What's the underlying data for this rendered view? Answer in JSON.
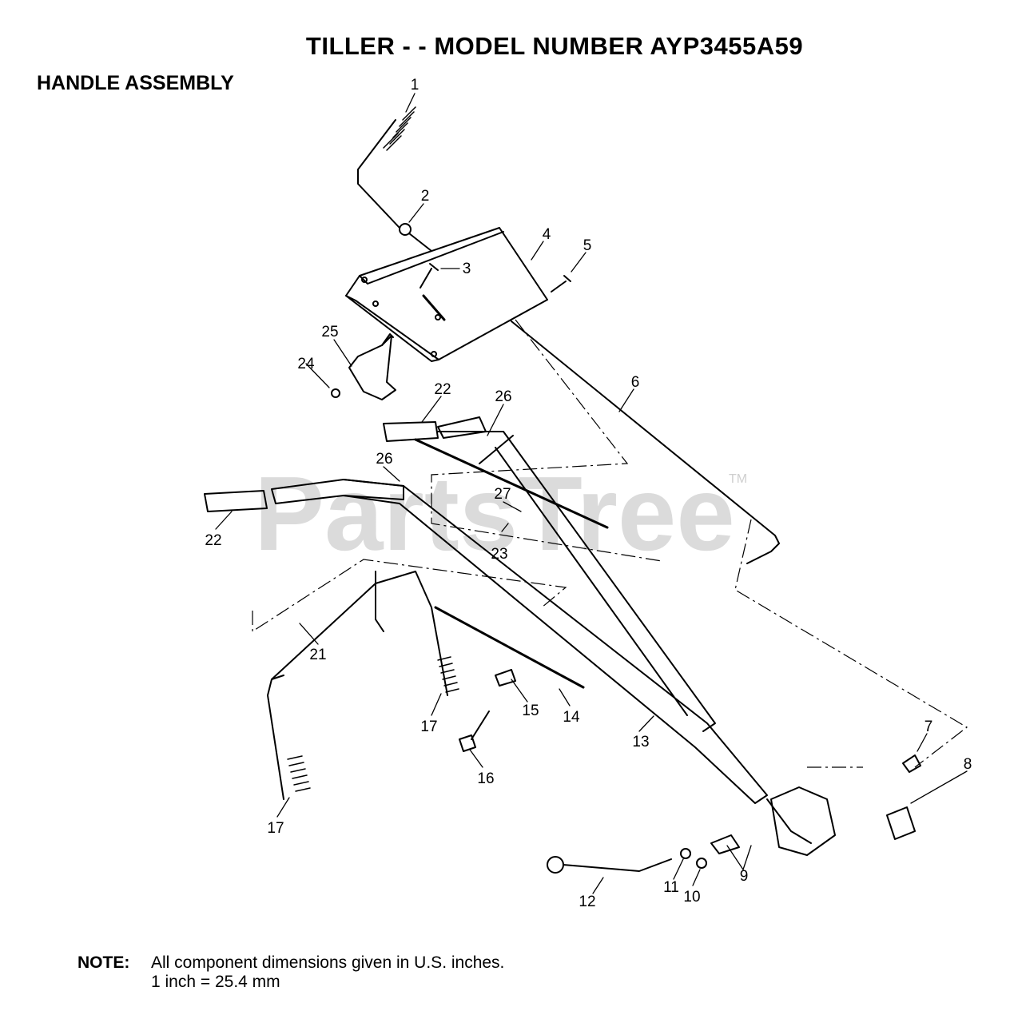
{
  "header": {
    "title": "TILLER - - MODEL NUMBER AYP3455A59",
    "subtitle": "HANDLE ASSEMBLY"
  },
  "watermark": {
    "text": "PartsTree",
    "tm": "TM"
  },
  "callouts": [
    "1",
    "2",
    "3",
    "4",
    "5",
    "6",
    "7",
    "8",
    "9",
    "10",
    "11",
    "12",
    "13",
    "14",
    "15",
    "16",
    "17",
    "17",
    "21",
    "22",
    "22",
    "23",
    "24",
    "25",
    "26",
    "26",
    "27"
  ],
  "note": {
    "label": "NOTE:",
    "line1": "All component dimensions given in U.S. inches.",
    "line2": "1 inch = 25.4 mm"
  }
}
